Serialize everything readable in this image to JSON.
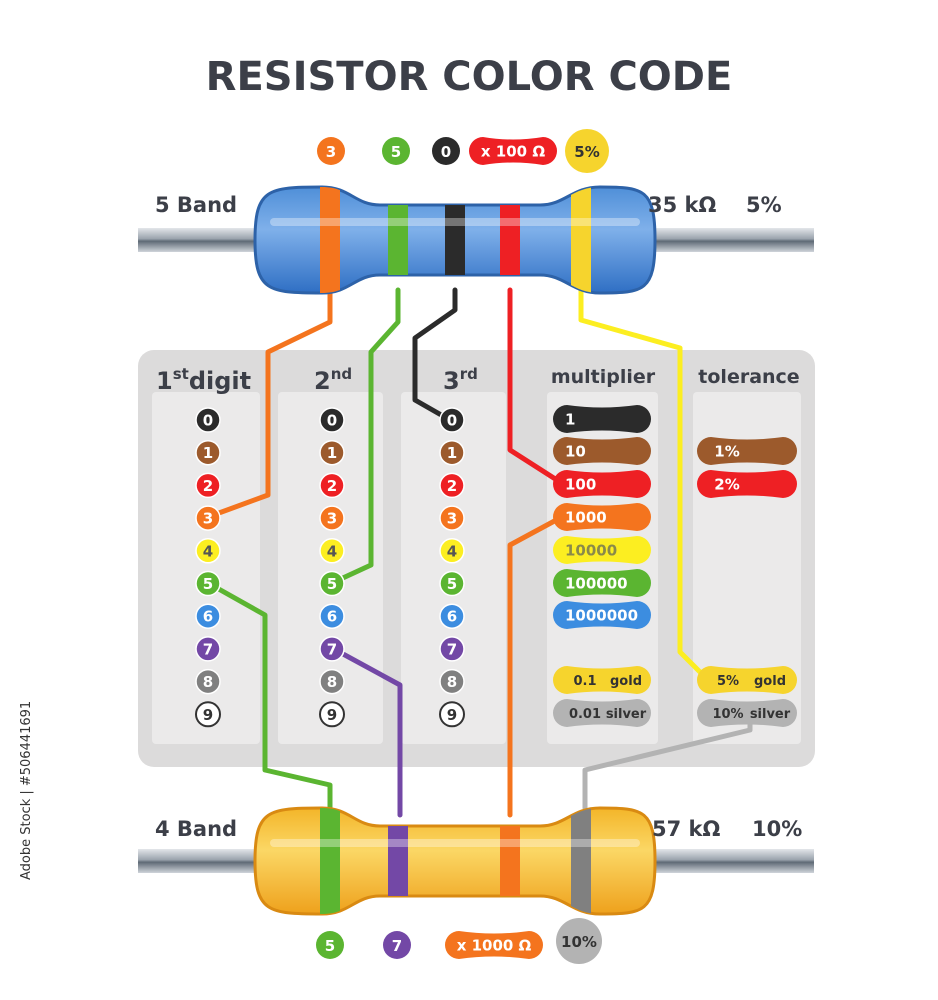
{
  "title": "RESISTOR COLOR CODE",
  "watermark": "Adobe Stock | #506441691",
  "colors": {
    "black": "#2b2b2b",
    "brown": "#9c5a2c",
    "red": "#ee2024",
    "orange": "#f4741e",
    "yellow": "#fcee21",
    "green": "#5bb531",
    "blue": "#3c8de0",
    "violet": "#7348a6",
    "grey": "#808080",
    "white": "#ffffff",
    "gold": "#f6d42d",
    "silver": "#b3b3b3",
    "panel": "#dcdbdb",
    "column": "#ebeaea",
    "text": "#3c3f48"
  },
  "five_band": {
    "label": "5 Band",
    "value": "35 kΩ",
    "tolerance": "5%",
    "band_labels": [
      "3",
      "5",
      "0",
      "x 100 Ω",
      "5%"
    ]
  },
  "four_band": {
    "label": "4 Band",
    "value": "57 kΩ",
    "tolerance": "10%",
    "band_labels": [
      "5",
      "7",
      "x 1000 Ω",
      "10%"
    ]
  },
  "columns": {
    "digit1": {
      "base": "1",
      "sup": "st",
      "rest": "digit"
    },
    "digit2": {
      "base": "2",
      "sup": "nd"
    },
    "digit3": {
      "base": "3",
      "sup": "rd"
    },
    "multiplier": "multiplier",
    "tolerance": "tolerance"
  },
  "digits": [
    {
      "label": "0",
      "color": "black"
    },
    {
      "label": "1",
      "color": "brown"
    },
    {
      "label": "2",
      "color": "red"
    },
    {
      "label": "3",
      "color": "orange"
    },
    {
      "label": "4",
      "color": "yellow"
    },
    {
      "label": "5",
      "color": "green"
    },
    {
      "label": "6",
      "color": "blue"
    },
    {
      "label": "7",
      "color": "violet"
    },
    {
      "label": "8",
      "color": "grey"
    },
    {
      "label": "9",
      "color": "white"
    }
  ],
  "multipliers": [
    {
      "label": "1",
      "color": "black"
    },
    {
      "label": "10",
      "color": "brown"
    },
    {
      "label": "100",
      "color": "red"
    },
    {
      "label": "1000",
      "color": "orange"
    },
    {
      "label": "10000",
      "color": "yellow"
    },
    {
      "label": "100000",
      "color": "green"
    },
    {
      "label": "1000000",
      "color": "blue"
    },
    {
      "label": "0.1",
      "name": "gold",
      "color": "gold"
    },
    {
      "label": "0.01",
      "name": "silver",
      "color": "silver"
    }
  ],
  "tolerances": [
    {
      "label": "1%",
      "color": "brown"
    },
    {
      "label": "2%",
      "color": "red"
    },
    {
      "label": "5%",
      "name": "gold",
      "color": "gold"
    },
    {
      "label": "10%",
      "name": "silver",
      "color": "silver"
    }
  ]
}
